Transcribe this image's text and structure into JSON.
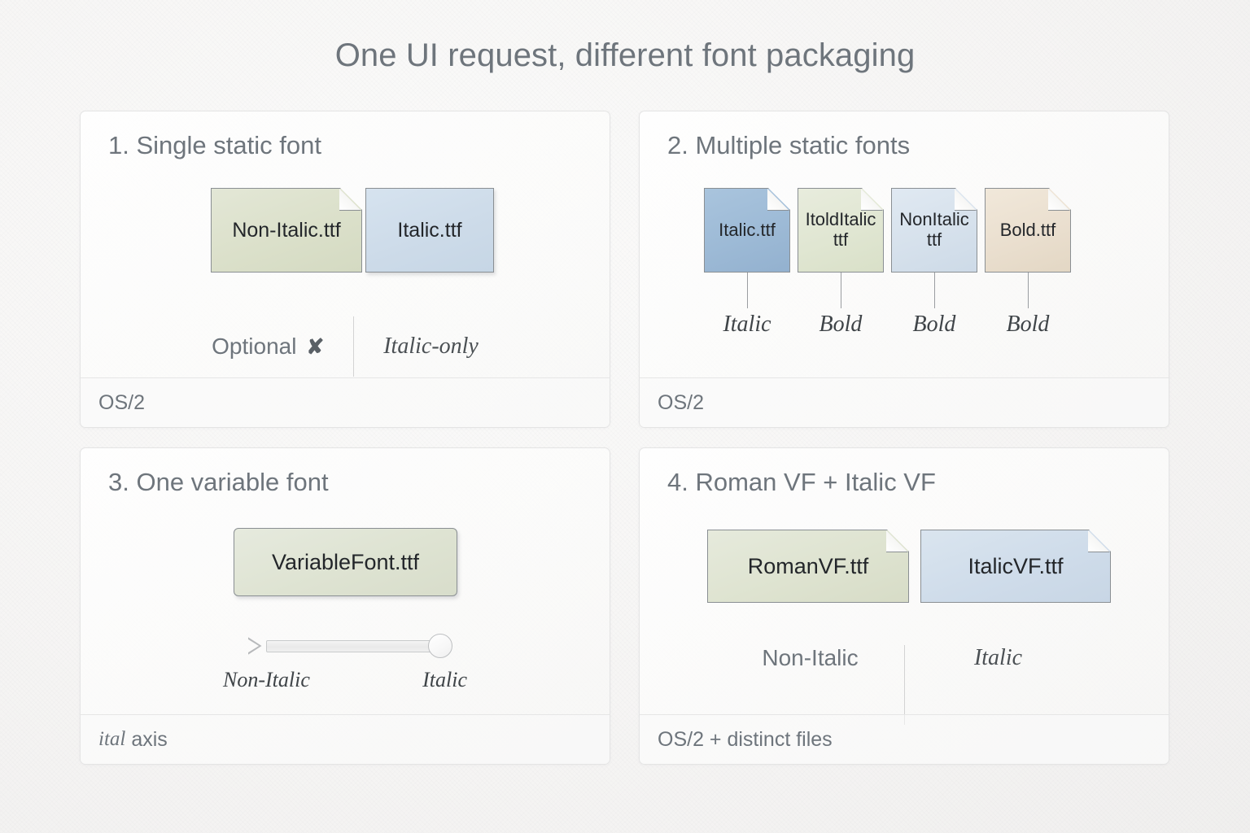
{
  "title": "One UI request, different font packaging",
  "panels": [
    {
      "heading": "1. Single static font",
      "footer": "OS/2",
      "cards": [
        {
          "label": "Non-Italic.ttf",
          "color": "#dbe0ca"
        },
        {
          "label": "Italic.ttf",
          "color": "#cddbe9"
        }
      ],
      "labels": {
        "left": "Optional",
        "left_mark": "✘",
        "right": "Italic-only"
      }
    },
    {
      "heading": "2. Multiple static fonts",
      "footer": "OS/2",
      "cards": [
        {
          "label": "Italic.ttf",
          "color": "#9dbad6",
          "note": "Italic"
        },
        {
          "label": "ItoldItalic\nttf",
          "color": "#e0e6d2",
          "note": "Bold"
        },
        {
          "label": "NonItalic\nttf",
          "color": "#d6e1ec",
          "note": "Bold"
        },
        {
          "label": "Bold.ttf",
          "color": "#eadfcf",
          "note": "Bold"
        }
      ]
    },
    {
      "heading": "3. One variable font",
      "footer_italic": "ital",
      "footer_rest": "axis",
      "cards": [
        {
          "label": "VariableFont.ttf",
          "color": "#dee3d2"
        }
      ],
      "slider": {
        "min_label": "Non-Italic",
        "max_label": "Italic",
        "value_position": "max",
        "arrow_icon": "play-triangle-icon"
      }
    },
    {
      "heading": "4. Roman VF + Italic VF",
      "footer": "OS/2 + distinct files",
      "cards": [
        {
          "label": "RomanVF.ttf",
          "color": "#dee3d0"
        },
        {
          "label": "ItalicVF.ttf",
          "color": "#cfdcea"
        }
      ],
      "labels": {
        "left": "Non-Italic",
        "right": "Italic"
      }
    }
  ],
  "theme": {
    "background": "#f6f5f4",
    "heading_color": "#6e757c",
    "title_color": "#6e757c",
    "panel_border": "#e4e4e4",
    "card_border": "#8a8f93"
  }
}
